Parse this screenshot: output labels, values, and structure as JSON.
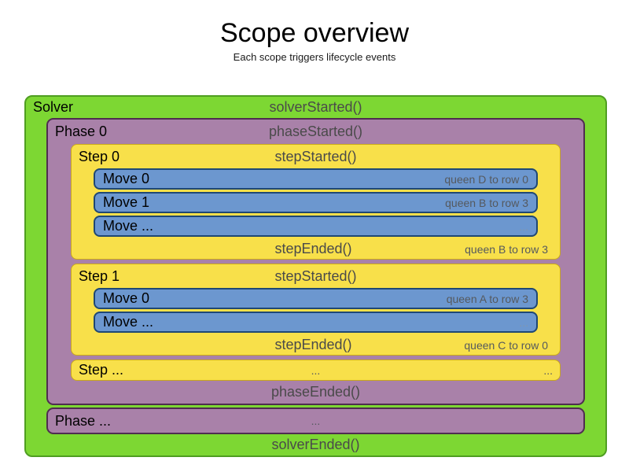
{
  "title": "Scope overview",
  "subtitle": "Each scope triggers lifecycle events",
  "colors": {
    "solver_fill": "#7DD733",
    "solver_border": "#4F9E21",
    "phase_fill": "#A981A9",
    "phase_border": "#4F2D50",
    "step_fill": "#F8E04A",
    "step_border": "#C9A81A",
    "move_fill": "#6C97CF",
    "move_border": "#1F4874",
    "event_text": "#4A4A4A",
    "detail_text": "#55595E",
    "muted_text": "#8296AC"
  },
  "solver": {
    "label": "Solver",
    "started_event": "solverStarted()",
    "ended_event": "solverEnded()",
    "phases": [
      {
        "label": "Phase 0",
        "started_event": "phaseStarted()",
        "ended_event": "phaseEnded()",
        "steps": [
          {
            "label": "Step 0",
            "started_event": "stepStarted()",
            "ended_event": "stepEnded()",
            "ended_detail": "queen B to row 3",
            "moves": [
              {
                "label": "Move 0",
                "detail": "queen D to row 0"
              },
              {
                "label": "Move 1",
                "detail": "queen B to row 3"
              },
              {
                "label": "Move ...",
                "detail": "..."
              }
            ]
          },
          {
            "label": "Step 1",
            "started_event": "stepStarted()",
            "ended_event": "stepEnded()",
            "ended_detail": "queen C to row 0",
            "moves": [
              {
                "label": "Move 0",
                "detail": "queen A to row 3"
              },
              {
                "label": "Move ...",
                "detail": "..."
              }
            ]
          },
          {
            "label": "Step ...",
            "center": "...",
            "right": "..."
          }
        ]
      },
      {
        "label": "Phase ...",
        "center": "..."
      }
    ]
  }
}
